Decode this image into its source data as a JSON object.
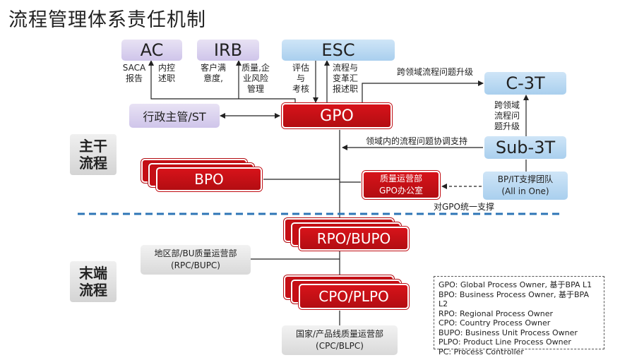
{
  "title": "流程管理体系责任机制",
  "top_boxes": {
    "ac": "AC",
    "irb": "IRB",
    "esc": "ESC",
    "c3t": "C-3T"
  },
  "middle_boxes": {
    "admin": "行政主管/ST",
    "gpo": "GPO",
    "sub3t": "Sub-3T",
    "bpo": "BPO",
    "quality_office_line1": "质量运营部",
    "quality_office_line2": "GPO办公室",
    "bp_team_line1": "BP/IT支撑团队",
    "bp_team_line2": "(All in One)",
    "rpo": "RPO/BUPO",
    "cpo": "CPO/PLPO",
    "region_line1": "地区部/BU质量运营部",
    "region_line2": "(RPC/BUPC)",
    "country_line1": "国家/产品线质量运营部",
    "country_line2": "(CPC/BLPC)"
  },
  "side_labels": {
    "trunk_line1": "主干",
    "trunk_line2": "流程",
    "end_line1": "末端",
    "end_line2": "流程"
  },
  "edge_labels": {
    "saca_line1": "SACA",
    "saca_line2": "报告",
    "internal_line1": "内控",
    "internal_line2": "述职",
    "customer_line1": "客户满",
    "customer_line2": "意度,",
    "quality_line1": "质量,企",
    "quality_line2": "业风险",
    "quality_line3": "管理",
    "eval_line1": "评估",
    "eval_line2": "与",
    "eval_line3": "考核",
    "process_line1": "流程与",
    "process_line2": "变革汇",
    "process_line3": "报述职",
    "cross_domain_up": "跨领域流程问题升级",
    "cross_v_line1": "跨领域",
    "cross_v_line2": "流程问",
    "cross_v_line3": "题升级",
    "in_domain": "领域内的流程问题协调支持",
    "gpo_support": "对GPO统一支撑"
  },
  "legend": [
    "GPO: Global Process Owner, 基于BPA L1",
    "BPO: Business Process Owner, 基于BPA L2",
    "RPO: Regional Process Owner",
    "CPO: Country Process Owner",
    "BUPO: Business Unit Process Owner",
    "PLPO: Product Line Process Owner",
    "PC: Process Controller"
  ],
  "colors": {
    "accent_red": "#c50f15",
    "purple": "#d9d0ee",
    "blue": "#b8d8f1",
    "divider": "#2e75b6"
  }
}
